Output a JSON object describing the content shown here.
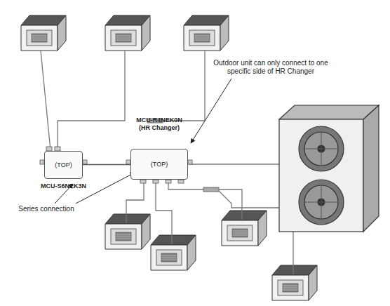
{
  "diagram": {
    "nodes": [
      {
        "text": [
          "(TOP)",
          "MCU-S6NEK3N"
        ]
      },
      {
        "text": [
          "MCU-R4NEK0N (HR Changer)",
          "(TOP)"
        ]
      }
    ],
    "edges": [
      {
        "from": 0,
        "to": 1,
        "arrow": "none"
      }
    ],
    "labels": [
      "Outdoor unit can only connect to one specific side of HR Changer",
      "Series connection"
    ]
  }
}
